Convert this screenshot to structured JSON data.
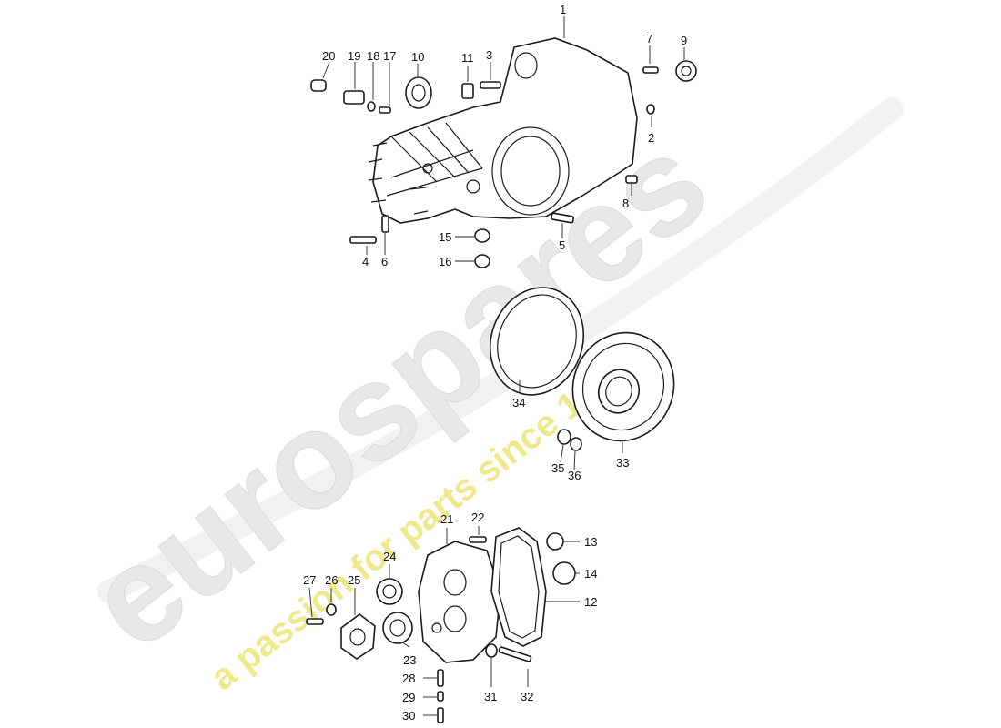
{
  "watermark": {
    "brand": "eurospares",
    "tagline": "a passion for parts since 1985",
    "brand_color": "#e6e6e6",
    "tagline_color": "#efe98a"
  },
  "callouts": [
    {
      "id": "1",
      "text": "1"
    },
    {
      "id": "2",
      "text": "2"
    },
    {
      "id": "3",
      "text": "3"
    },
    {
      "id": "4",
      "text": "4"
    },
    {
      "id": "5",
      "text": "5"
    },
    {
      "id": "6",
      "text": "6"
    },
    {
      "id": "7",
      "text": "7"
    },
    {
      "id": "8",
      "text": "8"
    },
    {
      "id": "9",
      "text": "9"
    },
    {
      "id": "10",
      "text": "10"
    },
    {
      "id": "11",
      "text": "11"
    },
    {
      "id": "12",
      "text": "12"
    },
    {
      "id": "13",
      "text": "13"
    },
    {
      "id": "14",
      "text": "14"
    },
    {
      "id": "15",
      "text": "15"
    },
    {
      "id": "16",
      "text": "16"
    },
    {
      "id": "17",
      "text": "17"
    },
    {
      "id": "18",
      "text": "18"
    },
    {
      "id": "19",
      "text": "19"
    },
    {
      "id": "20",
      "text": "20"
    },
    {
      "id": "21",
      "text": "21"
    },
    {
      "id": "22",
      "text": "22"
    },
    {
      "id": "23",
      "text": "23"
    },
    {
      "id": "24",
      "text": "24"
    },
    {
      "id": "25",
      "text": "25"
    },
    {
      "id": "26",
      "text": "26"
    },
    {
      "id": "27",
      "text": "27"
    },
    {
      "id": "28",
      "text": "28"
    },
    {
      "id": "29",
      "text": "29"
    },
    {
      "id": "30",
      "text": "30"
    },
    {
      "id": "31",
      "text": "31"
    },
    {
      "id": "32",
      "text": "32"
    },
    {
      "id": "33",
      "text": "33"
    },
    {
      "id": "34",
      "text": "34"
    },
    {
      "id": "35",
      "text": "35"
    },
    {
      "id": "36",
      "text": "36"
    }
  ]
}
